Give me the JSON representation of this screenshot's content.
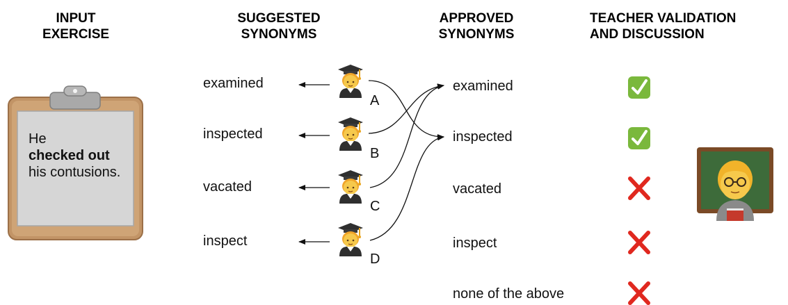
{
  "headers": {
    "input": [
      "INPUT",
      "EXERCISE"
    ],
    "suggested": [
      "SUGGESTED",
      "SYNONYMS"
    ],
    "approved": [
      "APPROVED",
      "SYNONYMS"
    ],
    "teacher": [
      "TEACHER VALIDATION",
      "AND DISCUSSION"
    ]
  },
  "exercise": {
    "line1": "He",
    "bold": "checked out",
    "rest": "his contusions."
  },
  "suggested": [
    {
      "word": "examined",
      "student": "A"
    },
    {
      "word": "inspected",
      "student": "B"
    },
    {
      "word": "vacated",
      "student": "C"
    },
    {
      "word": "inspect",
      "student": "D"
    }
  ],
  "approved": [
    {
      "word": "examined",
      "status": "approved",
      "mark": "check-mark-icon"
    },
    {
      "word": "inspected",
      "status": "approved",
      "mark": "check-mark-icon"
    },
    {
      "word": "vacated",
      "status": "rejected",
      "mark": "cross-mark-icon"
    },
    {
      "word": "inspect",
      "status": "rejected",
      "mark": "cross-mark-icon"
    },
    {
      "word": "none of the above",
      "status": "rejected",
      "mark": "cross-mark-icon"
    }
  ],
  "colors": {
    "check_bg": "#7ab83c",
    "cross": "#e0281f",
    "clipboard": "#c59a6d",
    "paper": "#d6d6d6",
    "skin": "#f6c33a",
    "cap": "#3b3b3b",
    "chalkboard": "#3d6b3a"
  }
}
